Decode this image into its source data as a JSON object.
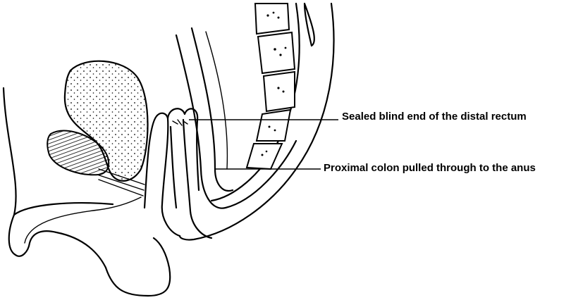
{
  "annotations": [
    {
      "id": "sealed-end",
      "text": "Sealed blind end of the distal rectum"
    },
    {
      "id": "pulled-colon",
      "text": "Proximal colon pulled through to the anus"
    }
  ],
  "colors": {
    "ink": "#000000",
    "background": "#ffffff"
  }
}
